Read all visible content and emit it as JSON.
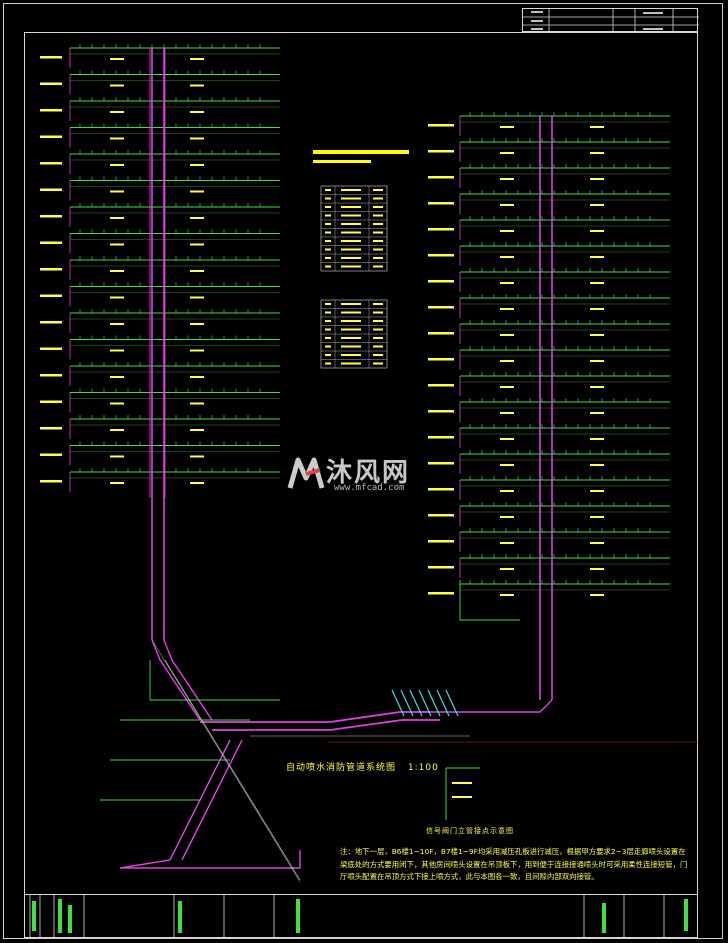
{
  "drawing": {
    "caption": "自动喷水消防管道系统图",
    "scale": "1:100",
    "detail_caption": "信号阀门立管接点示意图",
    "notes": "注：地下一层，B6楼1~10F，B7楼1~9F均采用减压孔板进行减压，根据甲方要求2~3层走廊喷头设置在梁底处的方式要用闭下，其他房间喷头设置在吊顶板下，用到便于连接接通喷头时可采用柔性连接短管，门厅喷头配置在吊顶方式下接上喷方式，此与本图各一致，且间隙内部双向接管。"
  },
  "watermark": {
    "brand": "沐风网",
    "url": "www.mfcad.com"
  },
  "tables": [
    {
      "rows": 10
    },
    {
      "rows": 8
    }
  ],
  "colors": {
    "background": "#000000",
    "pipe_main": "#e040e0",
    "pipe_branch": "#40e040",
    "label": "#ffff40",
    "frame": "#d8d8d8",
    "sprinkler": "#40e0e0"
  }
}
